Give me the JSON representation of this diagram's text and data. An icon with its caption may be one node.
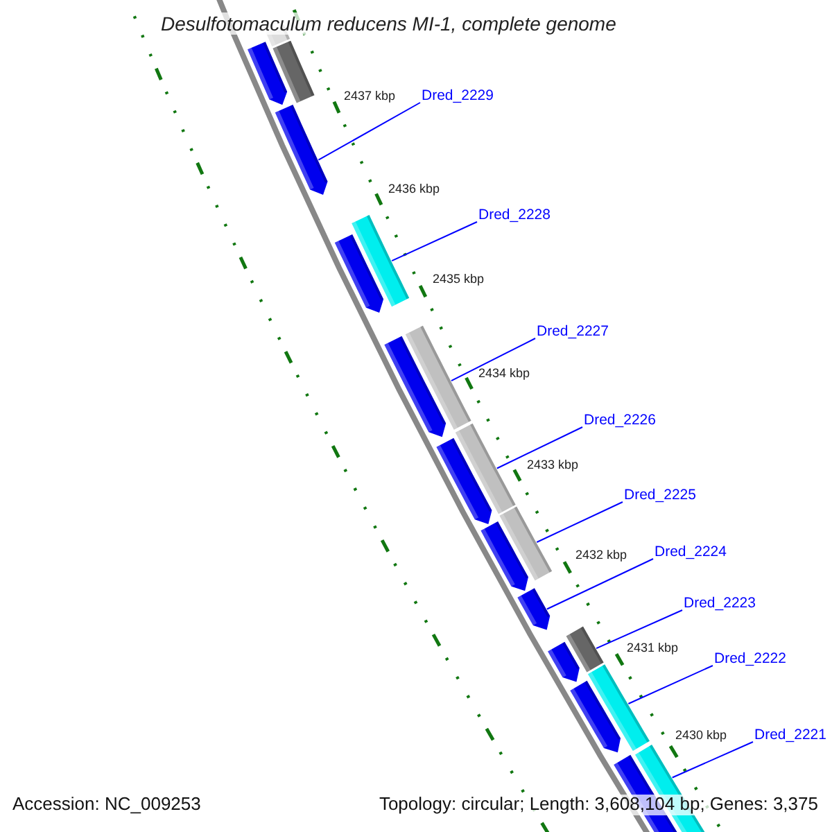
{
  "diagram": {
    "title": "Desulfotomaculum reducens MI-1, complete genome",
    "nodes": [
      {
        "text": [
          "Dred_2229"
        ]
      },
      {
        "text": [
          "Dred_2228"
        ]
      },
      {
        "text": [
          "Dred_2227"
        ]
      },
      {
        "text": [
          "Dred_2226"
        ]
      },
      {
        "text": [
          "Dred_2225"
        ]
      },
      {
        "text": [
          "Dred_2224"
        ]
      },
      {
        "text": [
          "Dred_2223"
        ]
      },
      {
        "text": [
          "Dred_2222"
        ]
      },
      {
        "text": [
          "Dred_2221"
        ]
      },
      {
        "text": [],
        "shape": "arrow"
      },
      {
        "text": [],
        "shape": "bar"
      },
      {
        "text": [],
        "shape": "bar"
      },
      {
        "text": [],
        "shape": "arrow"
      },
      {
        "text": [],
        "shape": "bar"
      },
      {
        "text": [],
        "shape": "arrow"
      },
      {
        "text": [],
        "shape": "arrow"
      },
      {
        "text": [],
        "shape": "bar"
      },
      {
        "text": [],
        "shape": "bar"
      },
      {
        "text": [],
        "shape": "arrow"
      },
      {
        "text": [],
        "shape": "bar"
      },
      {
        "text": [],
        "shape": "arrow"
      },
      {
        "text": [],
        "shape": "arrow"
      },
      {
        "text": [],
        "shape": "bar"
      },
      {
        "text": [],
        "shape": "arrow"
      },
      {
        "text": [],
        "shape": "bar"
      },
      {
        "text": [],
        "shape": "arrow"
      },
      {
        "text": [],
        "shape": "arrow"
      },
      {
        "text": [],
        "shape": "bar"
      }
    ],
    "edges": [
      {
        "from": 0,
        "to": 12,
        "arrow": "none"
      },
      {
        "from": 1,
        "to": 13,
        "arrow": "none"
      },
      {
        "from": 2,
        "to": 16,
        "arrow": "none"
      },
      {
        "from": 3,
        "to": 17,
        "arrow": "none"
      },
      {
        "from": 4,
        "to": 19,
        "arrow": "none"
      },
      {
        "from": 5,
        "to": 21,
        "arrow": "none"
      },
      {
        "from": 6,
        "to": 22,
        "arrow": "none"
      },
      {
        "from": 7,
        "to": 24,
        "arrow": "none"
      },
      {
        "from": 8,
        "to": 27,
        "arrow": "none"
      }
    ],
    "labels": [
      "2437 kbp",
      "2436 kbp",
      "2435 kbp",
      "2434 kbp",
      "2433 kbp",
      "2432 kbp",
      "2431 kbp",
      "2430 kbp",
      "Accession: NC_009253",
      "Topology: circular; Length: 3,608,104 bp; Genes: 3,375"
    ]
  }
}
